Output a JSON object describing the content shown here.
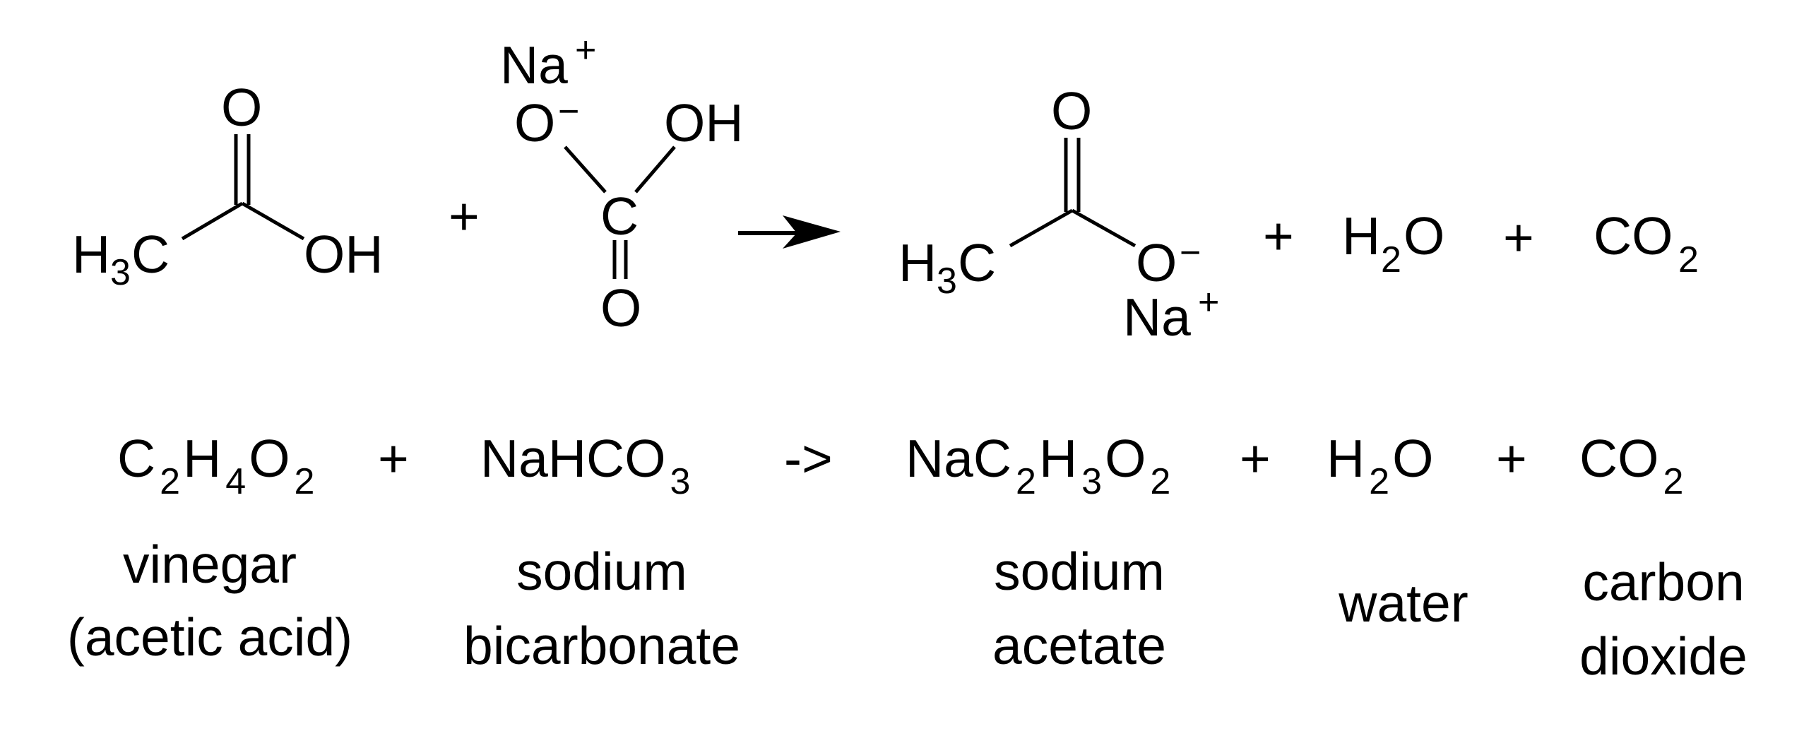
{
  "structures": {
    "acetic_acid": {
      "h": "H",
      "h_sub": "3",
      "c": "C",
      "o_top": "O",
      "oh": "OH"
    },
    "bicarbonate": {
      "na": "Na",
      "na_charge": "+",
      "o_minus": "O",
      "o_charge": "−",
      "oh": "OH",
      "c": "C",
      "o_bottom": "O"
    },
    "acetate": {
      "h": "H",
      "h_sub": "3",
      "c": "C",
      "o_top": "O",
      "o_minus": "O",
      "o_charge": "−",
      "na": "Na",
      "na_charge": "+"
    },
    "water": {
      "h": "H",
      "sub": "2",
      "o": "O"
    },
    "co2": {
      "co": "CO",
      "sub": "2"
    },
    "plus_1": "+",
    "plus_2": "+",
    "plus_3": "+"
  },
  "formulas": {
    "vinegar": [
      {
        "t": "C"
      },
      {
        "t": "2",
        "sub": true
      },
      {
        "t": "H"
      },
      {
        "t": "4",
        "sub": true
      },
      {
        "t": "O"
      },
      {
        "t": "2",
        "sub": true
      }
    ],
    "plus_1": "+",
    "bicarbonate": [
      {
        "t": "NaHCO"
      },
      {
        "t": "3",
        "sub": true
      }
    ],
    "arrow": "->",
    "acetate": [
      {
        "t": "NaC"
      },
      {
        "t": "2",
        "sub": true
      },
      {
        "t": "H"
      },
      {
        "t": "3",
        "sub": true
      },
      {
        "t": "O"
      },
      {
        "t": "2",
        "sub": true
      }
    ],
    "plus_2": "+",
    "water": [
      {
        "t": "H"
      },
      {
        "t": "2",
        "sub": true
      },
      {
        "t": "O"
      }
    ],
    "plus_3": "+",
    "co2": [
      {
        "t": "CO"
      },
      {
        "t": "2",
        "sub": true
      }
    ]
  },
  "labels": {
    "vinegar": [
      "vinegar",
      "(acetic acid)"
    ],
    "bicarbonate": [
      "sodium",
      "bicarbonate"
    ],
    "acetate": [
      "sodium",
      "acetate"
    ],
    "water": [
      "water"
    ],
    "co2": [
      "carbon",
      "dioxide"
    ]
  }
}
